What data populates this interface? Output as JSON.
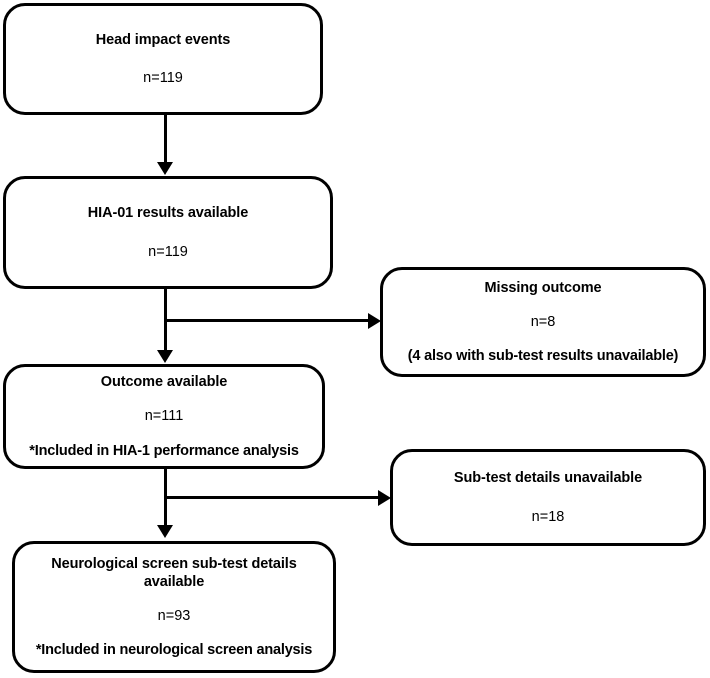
{
  "diagram": {
    "type": "flowchart",
    "orientation": "top-down-with-right-exclusions",
    "background_color": "#ffffff",
    "line_color": "#000000",
    "nodes": [
      {
        "id": "head-impact-events",
        "title": "Head impact events",
        "count": "n=119",
        "note": ""
      },
      {
        "id": "hia-01-results-available",
        "title": "HIA-01 results available",
        "count": "n=119",
        "note": ""
      },
      {
        "id": "missing-outcome",
        "title": "Missing outcome",
        "count": "n=8",
        "note": "(4 also with sub-test results unavailable)"
      },
      {
        "id": "outcome-available",
        "title": "Outcome available",
        "count": "n=111",
        "note": "*Included in HIA-1 performance analysis"
      },
      {
        "id": "sub-test-details-unavailable",
        "title": "Sub-test details unavailable",
        "count": "n=18",
        "note": ""
      },
      {
        "id": "neurological-screen-sub-test-details-available",
        "title": "Neurological screen sub-test details available",
        "count": "n=93",
        "note": "*Included in neurological screen analysis"
      }
    ],
    "edges": [
      {
        "id": "edge-1",
        "from": "head-impact-events",
        "to": "hia-01-results-available",
        "direction": "down"
      },
      {
        "id": "edge-2",
        "from": "hia-01-results-available",
        "to": "outcome-available",
        "direction": "down"
      },
      {
        "id": "edge-3",
        "from": "hia-01-results-available",
        "to": "missing-outcome",
        "direction": "right"
      },
      {
        "id": "edge-4",
        "from": "outcome-available",
        "to": "neurological-screen-sub-test-details-available",
        "direction": "down"
      },
      {
        "id": "edge-5",
        "from": "outcome-available",
        "to": "sub-test-details-unavailable",
        "direction": "right"
      }
    ]
  }
}
